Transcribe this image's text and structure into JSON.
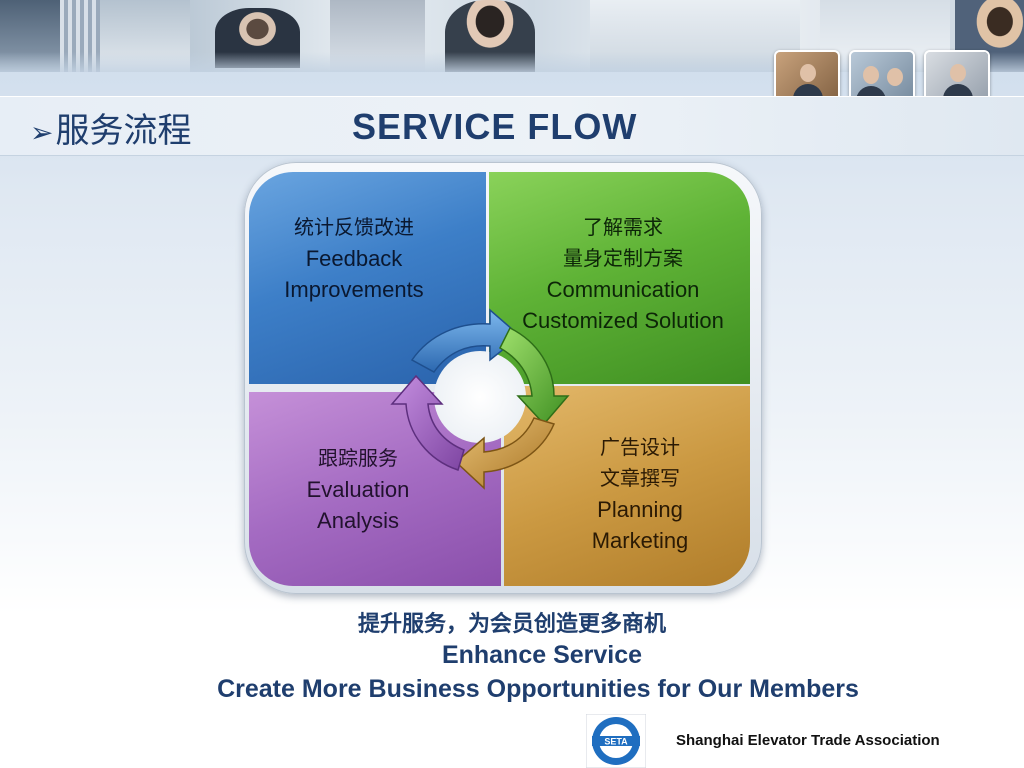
{
  "slide": {
    "title_cn": "服务流程",
    "title_en": "SERVICE  FLOW",
    "colors": {
      "title": "#1f3e6e",
      "blue": "#3d7fc8",
      "green": "#5fb336",
      "purple": "#a46bc2",
      "orange": "#cb9942"
    }
  },
  "diagram": {
    "feedback": {
      "cn": "统计反馈改进",
      "en1": "Feedback",
      "en2": "Improvements"
    },
    "communication": {
      "cn1": "了解需求",
      "cn2": "量身定制方案",
      "en1": "Communication",
      "en2": "Customized Solution"
    },
    "evaluation": {
      "cn": "跟踪服务",
      "en1": "Evaluation",
      "en2": "Analysis"
    },
    "planning": {
      "cn1": "广告设计",
      "cn2": "文章撰写",
      "en1": "Planning",
      "en2": "Marketing"
    }
  },
  "tagline": {
    "cn": "提升服务，为会员创造更多商机",
    "en1": "Enhance Service",
    "en2": "Create More Business Opportunities for Our Members"
  },
  "footer": {
    "logo_text": "SETA",
    "org_name": "Shanghai Elevator Trade Association"
  }
}
